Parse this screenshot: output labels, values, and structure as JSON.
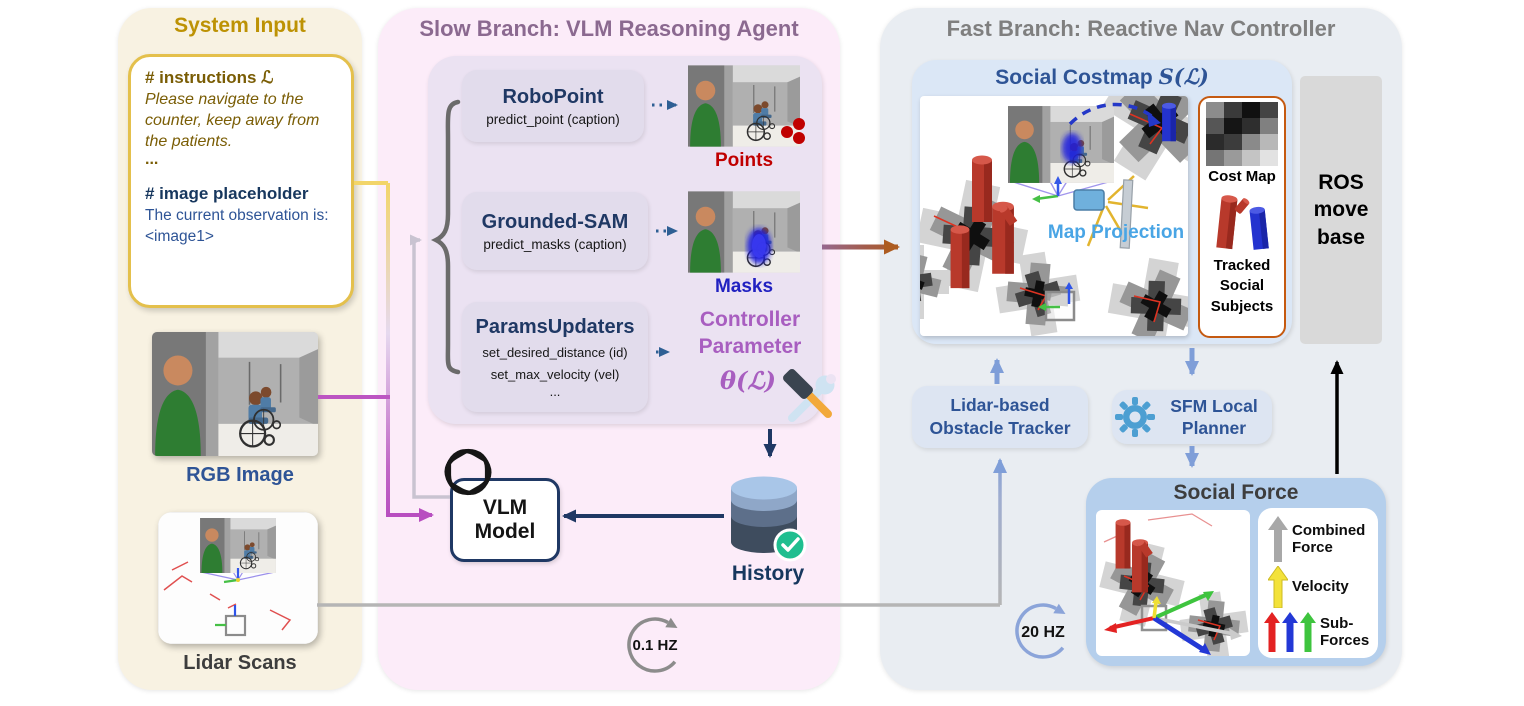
{
  "system_input": {
    "title": "System Input",
    "instructions_heading": "# instructions ℒ",
    "instructions_body": "Please navigate to the counter, keep away from the patients.",
    "ellipsis": "...",
    "image_heading": "# image placeholder",
    "image_body": "The current observation is: <image1>",
    "rgb_label": "RGB Image",
    "lidar_label": "Lidar Scans"
  },
  "slow_branch": {
    "title": "Slow Branch: VLM Reasoning Agent",
    "tools": [
      {
        "name": "RoboPoint",
        "api": "predict_point (caption)",
        "output_label": "Points"
      },
      {
        "name": "Grounded-SAM",
        "api": "predict_masks (caption)",
        "output_label": "Masks"
      },
      {
        "name": "ParamsUpdaters",
        "api_line1": "set_desired_distance (id)",
        "api_line2": "set_max_velocity (vel)",
        "api_line3": "..."
      }
    ],
    "controller_parameter_label": "Controller\nParameter",
    "controller_parameter_symbol": "θ(ℒ)",
    "vlm_model_label": "VLM\nModel",
    "history_label": "History",
    "rate_label": "0.1 HZ"
  },
  "fast_branch": {
    "title": "Fast Branch: Reactive Nav Controller",
    "social_costmap": {
      "title": "Social Costmap",
      "symbol": "S(ℒ)",
      "map_projection_label": "Map Projection",
      "cost_map_label": "Cost Map",
      "tracked_label": "Tracked\nSocial\nSubjects"
    },
    "ros_label": "ROS\nmove\nbase",
    "tracker_label": "Lidar-based\nObstacle Tracker",
    "sfm_label": "SFM Local\nPlanner",
    "social_force": {
      "title": "Social Force",
      "legend": [
        {
          "label": "Combined\nForce",
          "color": "#a8a8a8"
        },
        {
          "label": "Velocity",
          "color": "#f3e23a"
        },
        {
          "label": "Sub-\nForces",
          "colors": [
            "#e32222",
            "#2338d6",
            "#3ec43e"
          ]
        }
      ]
    },
    "rate_label": "20 HZ"
  },
  "icons": {
    "check": "✓",
    "openai_logo": "openai-knot",
    "hammer_wrench": "hammer-and-wrench",
    "gear": "gear",
    "cycle": "cycle-arrow",
    "database": "database-cylinder"
  },
  "colors": {
    "left_panel": "#f8f2e2",
    "gold": "#bd9204",
    "gold_dark": "#7a5d05",
    "mid_panel": "#fcecf9",
    "mid_title": "#8b6990",
    "navy": "#1f3864",
    "blue_text": "#2e5496",
    "points_red": "#c00000",
    "masks_blue": "#2121c1",
    "param_purple": "#a85ec0",
    "right_panel": "#e9edf2",
    "right_title": "#7f7f7f",
    "costmap_panel": "#dbe7f6",
    "orange_border": "#c55a11",
    "arrow_blue": "#7f9ed8",
    "force_panel": "#b5cfec",
    "map_projection": "#49a5e5",
    "magenta": "#b84ec0",
    "brown": "#ad5c21"
  }
}
